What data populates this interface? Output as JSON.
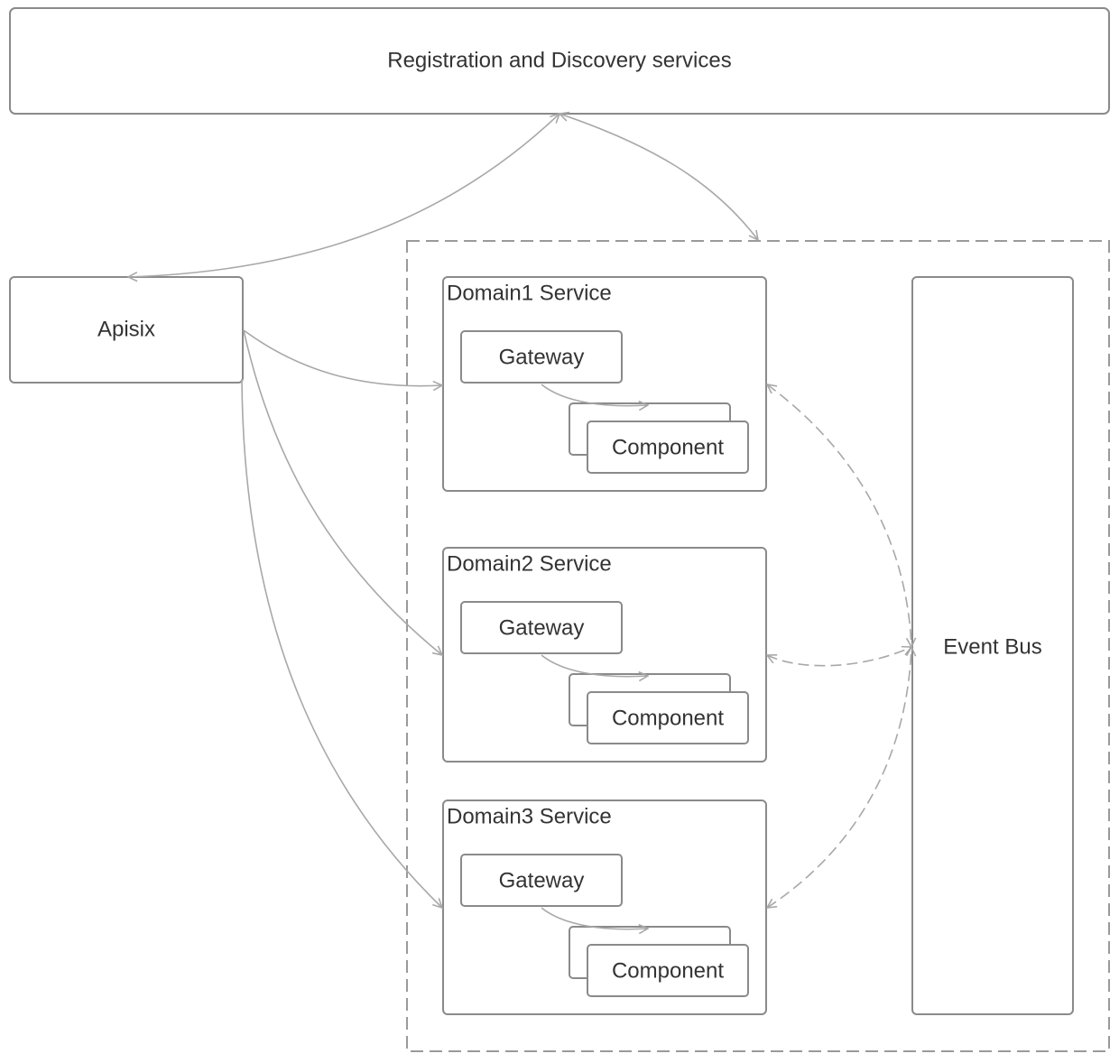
{
  "registry": {
    "label": "Registration and Discovery services"
  },
  "gateway_node": {
    "label": "Apisix"
  },
  "event_bus": {
    "label": "Event Bus"
  },
  "domains": [
    {
      "title": "Domain1 Service",
      "gateway": "Gateway",
      "component": "Component"
    },
    {
      "title": "Domain2 Service",
      "gateway": "Gateway",
      "component": "Component"
    },
    {
      "title": "Domain3 Service",
      "gateway": "Gateway",
      "component": "Component"
    }
  ],
  "colors": {
    "stroke": "#8a8a8a",
    "edge": "#a8a8a8",
    "text": "#333333"
  }
}
